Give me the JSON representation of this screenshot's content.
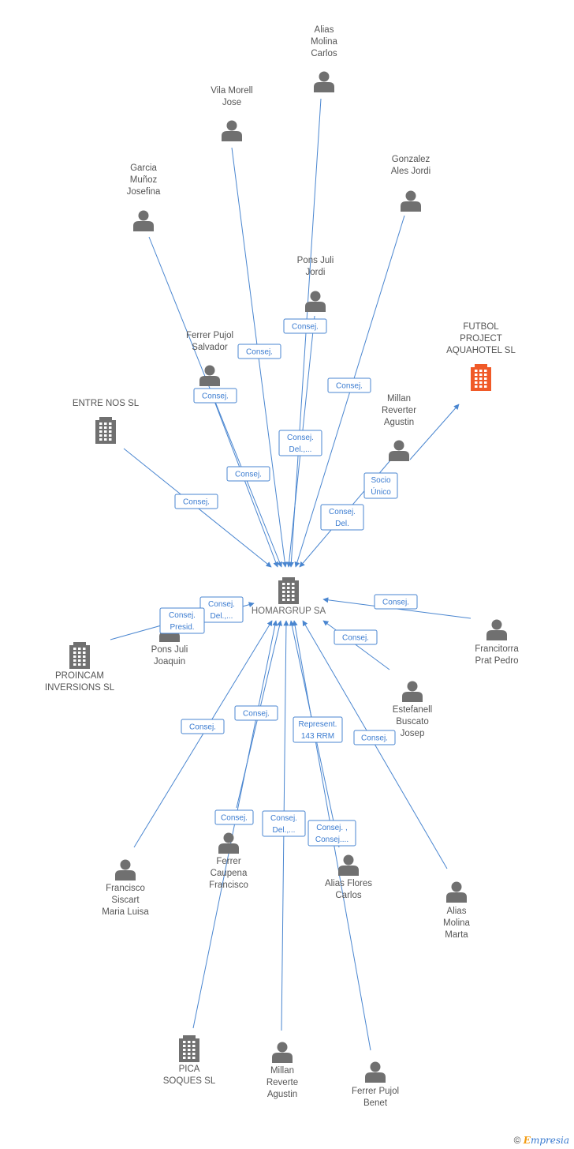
{
  "nodes": [
    {
      "id": "homargrup",
      "type": "company",
      "lines": [
        "HOMARGRUP SA"
      ]
    },
    {
      "id": "alias_molina_carlos",
      "type": "person",
      "lines": [
        "Alias",
        "Molina",
        "Carlos"
      ]
    },
    {
      "id": "vila_morell",
      "type": "person",
      "lines": [
        "Vila Morell",
        "Jose"
      ]
    },
    {
      "id": "gonzalez_ales",
      "type": "person",
      "lines": [
        "Gonzalez",
        "Ales Jordi"
      ]
    },
    {
      "id": "garcia_munoz",
      "type": "person",
      "lines": [
        "Garcia",
        "Muñoz",
        "Josefina"
      ]
    },
    {
      "id": "pons_juli_jordi",
      "type": "person",
      "lines": [
        "Pons Juli",
        "Jordi"
      ]
    },
    {
      "id": "futbol_project",
      "type": "company",
      "accent": true,
      "lines": [
        "FUTBOL",
        "PROJECT",
        "AQUAHOTEL SL"
      ]
    },
    {
      "id": "ferrer_pujol_salvador",
      "type": "person",
      "lines": [
        "Ferrer Pujol",
        "Salvador"
      ]
    },
    {
      "id": "entre_nos",
      "type": "company",
      "lines": [
        "ENTRE NOS  SL"
      ]
    },
    {
      "id": "millan_reverter_top",
      "type": "person",
      "lines": [
        "Millan",
        "Reverter",
        "Agustin"
      ]
    },
    {
      "id": "pons_juli_joaquin",
      "type": "person",
      "lines": [
        "Pons Juli",
        "Joaquin"
      ]
    },
    {
      "id": "proincam",
      "type": "company",
      "lines": [
        "PROINCAM",
        "INVERSIONS SL"
      ]
    },
    {
      "id": "francitorra",
      "type": "person",
      "lines": [
        "Francitorra",
        "Prat Pedro"
      ]
    },
    {
      "id": "estefanell",
      "type": "person",
      "lines": [
        "Estefanell",
        "Buscato",
        "Josep"
      ]
    },
    {
      "id": "francisco_siscart",
      "type": "person",
      "lines": [
        "Francisco",
        "Siscart",
        "Maria Luisa"
      ]
    },
    {
      "id": "ferrer_caupena",
      "type": "person",
      "lines": [
        "Ferrer",
        "Caupena",
        "Francisco"
      ]
    },
    {
      "id": "alias_flores",
      "type": "person",
      "lines": [
        "Alias Flores",
        "Carlos"
      ]
    },
    {
      "id": "alias_molina_marta",
      "type": "person",
      "lines": [
        "Alias",
        "Molina",
        "Marta"
      ]
    },
    {
      "id": "pica_soques",
      "type": "company",
      "lines": [
        "PICA",
        "SOQUES SL"
      ]
    },
    {
      "id": "millan_reverte_bottom",
      "type": "person",
      "lines": [
        "Millan",
        "Reverte",
        "Agustin"
      ]
    },
    {
      "id": "ferrer_pujol_benet",
      "type": "person",
      "lines": [
        "Ferrer Pujol",
        "Benet"
      ]
    }
  ],
  "edges": [
    {
      "from": "alias_molina_carlos",
      "to": "homargrup",
      "label": [
        "Consej."
      ]
    },
    {
      "from": "vila_morell",
      "to": "homargrup",
      "label": [
        "Consej."
      ]
    },
    {
      "from": "garcia_munoz",
      "to": "homargrup",
      "label": [
        "Consej."
      ]
    },
    {
      "from": "gonzalez_ales",
      "to": "homargrup",
      "label": [
        "Consej."
      ]
    },
    {
      "from": "pons_juli_jordi",
      "to": "homargrup",
      "label": [
        "Consej.",
        "Del.,..."
      ]
    },
    {
      "from": "ferrer_pujol_salvador",
      "to": "homargrup",
      "label": [
        "Consej."
      ]
    },
    {
      "from": "entre_nos",
      "to": "homargrup",
      "label": [
        "Consej."
      ]
    },
    {
      "from": "millan_reverter_top",
      "to": "futbol_project",
      "label": [
        "Socio",
        "Único"
      ]
    },
    {
      "from": "millan_reverter_top",
      "to": "homargrup",
      "label": [
        "Consej.",
        "Del."
      ]
    },
    {
      "from": "pons_juli_joaquin",
      "to": "homargrup",
      "label": [
        "Consej.",
        "Del.,..."
      ]
    },
    {
      "from": "proincam",
      "to": "homargrup",
      "label": [
        "Consej.",
        "Presid."
      ]
    },
    {
      "from": "francitorra",
      "to": "homargrup",
      "label": [
        "Consej."
      ]
    },
    {
      "from": "estefanell",
      "to": "homargrup",
      "label": [
        "Consej."
      ]
    },
    {
      "from": "francisco_siscart",
      "to": "homargrup",
      "label": [
        "Consej."
      ]
    },
    {
      "from": "ferrer_caupena",
      "to": "homargrup",
      "label": [
        "Consej."
      ]
    },
    {
      "from": "pica_soques",
      "to": "homargrup",
      "label": [
        "Consej."
      ]
    },
    {
      "from": "millan_reverte_bottom",
      "to": "homargrup",
      "label": [
        "Consej.",
        "Del.,..."
      ]
    },
    {
      "from": "ferrer_pujol_benet",
      "to": "homargrup",
      "label": [
        "Consej. ,",
        "Consej...."
      ]
    },
    {
      "from": "alias_flores",
      "to": "homargrup",
      "label": [
        "Represent.",
        "143 RRM"
      ]
    },
    {
      "from": "alias_molina_marta",
      "to": "homargrup",
      "label": [
        "Consej."
      ]
    }
  ],
  "colors": {
    "edge": "#4a86d0",
    "icon": "#707070",
    "accent_company": "#f05a28",
    "label_text": "#555555"
  },
  "watermark": {
    "copyright": "©",
    "brand": "mpresia",
    "brand_initial": "E"
  }
}
